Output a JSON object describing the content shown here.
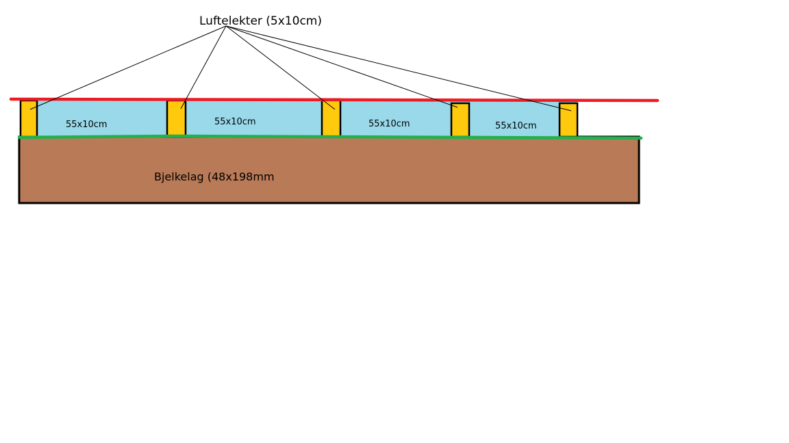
{
  "labels": {
    "title": "Luftelekter (5x10cm)",
    "gap_1": "55x10cm",
    "gap_2": "55x10cm",
    "gap_3": "55x10cm",
    "gap_4": "55x10cm",
    "beam": "Bjelkelag (48x198mm"
  },
  "colors": {
    "beam_fill": "#b97a57",
    "air_fill": "#99d9ea",
    "batten_fill": "#ffc90e",
    "top_line": "#ed1c24",
    "bottom_line": "#22b14c",
    "outline": "#000000"
  }
}
